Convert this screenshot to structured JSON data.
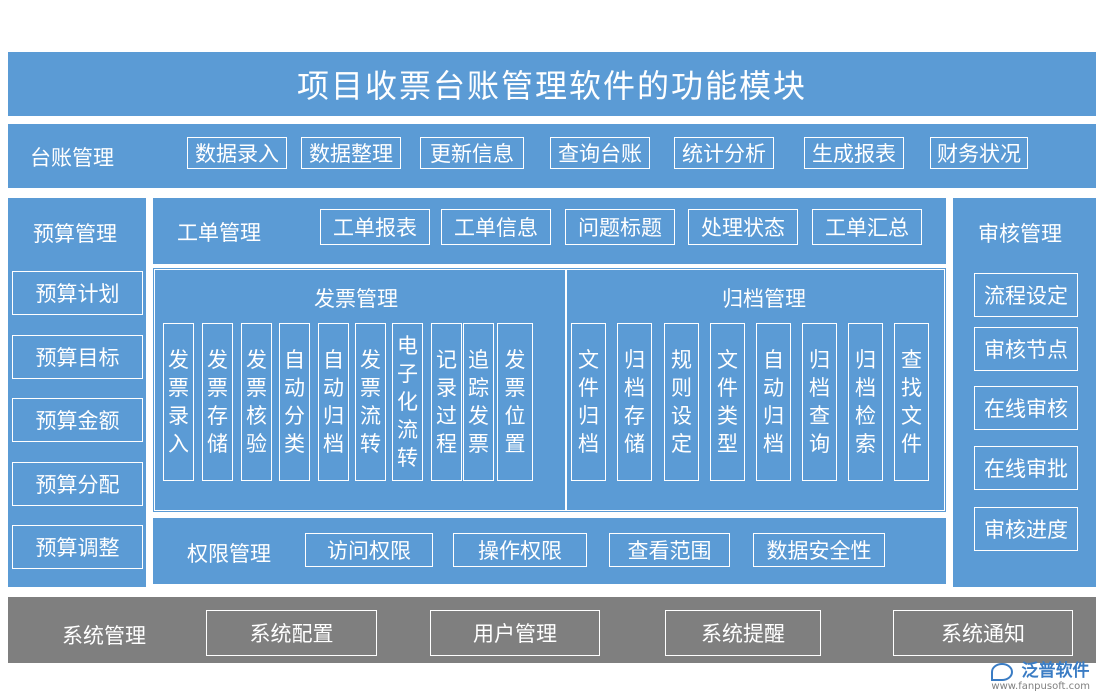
{
  "title": "项目收票台账管理软件的功能模块",
  "ledger": {
    "label": "台账管理",
    "items": [
      "数据录入",
      "数据整理",
      "更新信息",
      "查询台账",
      "统计分析",
      "生成报表",
      "财务状况"
    ]
  },
  "budget": {
    "label": "预算管理",
    "items": [
      "预算计划",
      "预算目标",
      "预算金额",
      "预算分配",
      "预算调整"
    ]
  },
  "workorder": {
    "label": "工单管理",
    "items": [
      "工单报表",
      "工单信息",
      "问题标题",
      "处理状态",
      "工单汇总"
    ]
  },
  "invoice": {
    "label": "发票管理",
    "items": [
      "发票录入",
      "发票存储",
      "发票核验",
      "自动分类",
      "自动归档",
      "发票流转",
      "电子化流转",
      "记录过程",
      "追踪发票",
      "发票位置"
    ]
  },
  "archive": {
    "label": "归档管理",
    "items": [
      "文件归档",
      "归档存储",
      "规则设定",
      "文件类型",
      "自动归档",
      "归档查询",
      "归档检索",
      "查找文件"
    ]
  },
  "permission": {
    "label": "权限管理",
    "items": [
      "访问权限",
      "操作权限",
      "查看范围",
      "数据安全性"
    ]
  },
  "audit": {
    "label": "审核管理",
    "items": [
      "流程设定",
      "审核节点",
      "在线审核",
      "在线审批",
      "审核进度"
    ]
  },
  "system": {
    "label": "系统管理",
    "items": [
      "系统配置",
      "用户管理",
      "系统提醒",
      "系统通知"
    ]
  },
  "logo": {
    "brand": "泛普软件",
    "url": "www.fanpusoft.com"
  }
}
